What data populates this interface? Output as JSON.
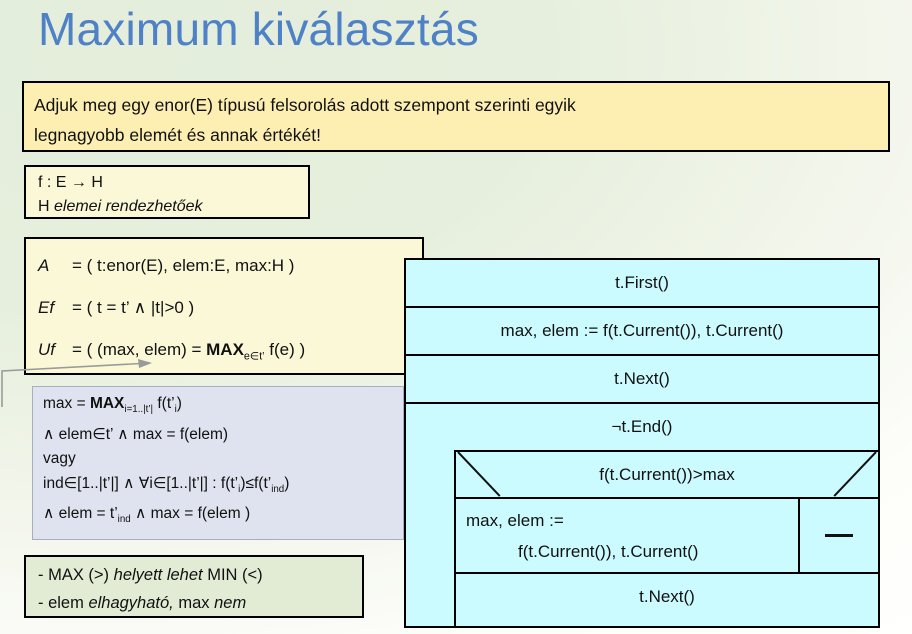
{
  "slide": {
    "title": "Maximum kiválasztás",
    "title_color": "#4f81c7",
    "background_color": "#e6efdd"
  },
  "task": {
    "line1": "Adjuk meg egy enor(E) típusú felsorolás adott szempont szerinti egyik",
    "line2": "legnagyobb elemét és annak értékét!",
    "fill_color": "#fdeeb2"
  },
  "function_box": {
    "line1": "f : E → H",
    "line2_plain": "H ",
    "line2_italic": "elemei rendezhetőek",
    "fill_color": "#fbf8d8"
  },
  "spec": {
    "fill_color": "#fbf8d8",
    "rows": [
      {
        "label": "A",
        "body": "= ( t:enor(E), elem:E, max:H )"
      },
      {
        "label": "Ef",
        "body": "= ( t = t’ ∧  |t|>0  )"
      },
      {
        "label": "Uf",
        "body_pre": "= ( (max, elem) = ",
        "bold": "MAX",
        "sub": "e∈t’",
        "body_post": " f(e) )"
      }
    ]
  },
  "callout": {
    "fill_color": "#dfe3ef",
    "line1_pre": "max = ",
    "line1_bold": "MAX",
    "line1_sub": "i=1..|t’|",
    "line1_post": " f(t’",
    "line1_sub2": "i",
    "line1_end": ")",
    "line2": "∧ elem∈t’ ∧ max = f(elem)",
    "line3": "vagy",
    "line4_a": "ind∈[1..|t’|] ∧ ∀i∈[1..|t’|] : f(t’",
    "line4_sub1": "i",
    "line4_b": ")≤f(t’",
    "line4_sub2": "ind",
    "line4_c": ")",
    "line5_a": "∧  elem = t’",
    "line5_sub": "ind",
    "line5_b": " ∧  max = f(elem )"
  },
  "note": {
    "fill_color": "#e2ecd4",
    "line1_a": "- MAX (>) ",
    "line1_italic": "helyett lehet",
    "line1_b": " MIN (<)",
    "line2_a": "- elem ",
    "line2_italic": "elhagyható,",
    "line2_b": " max ",
    "line2_italic2": "nem"
  },
  "flowchart": {
    "fill_color": "#ccfbff",
    "steps": [
      {
        "name": "first",
        "text": "t.First()"
      },
      {
        "name": "init",
        "text": "max, elem :=  f(t.Current()), t.Current()"
      },
      {
        "name": "next",
        "text": "t.Next()"
      },
      {
        "name": "loop-condition",
        "text": "¬t.End()"
      }
    ],
    "branch": {
      "condition": "f(t.Current())>max",
      "true_line1": "max, elem :=",
      "true_line2": "f(t.Current()), t.Current()",
      "false_label": "—"
    },
    "loop_tail": {
      "name": "next",
      "text": "t.Next()"
    }
  }
}
